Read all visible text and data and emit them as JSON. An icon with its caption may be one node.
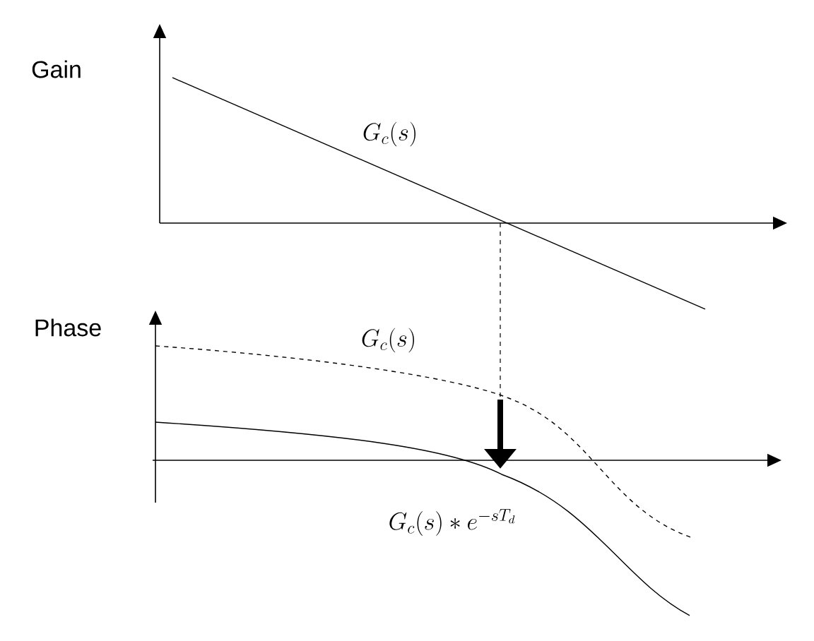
{
  "diagram": {
    "labels": [
      "Gain",
      "Phase",
      "G_c(s)",
      "G_c(s)",
      "G_c(s) \\ast e^{-sT_d}"
    ]
  }
}
